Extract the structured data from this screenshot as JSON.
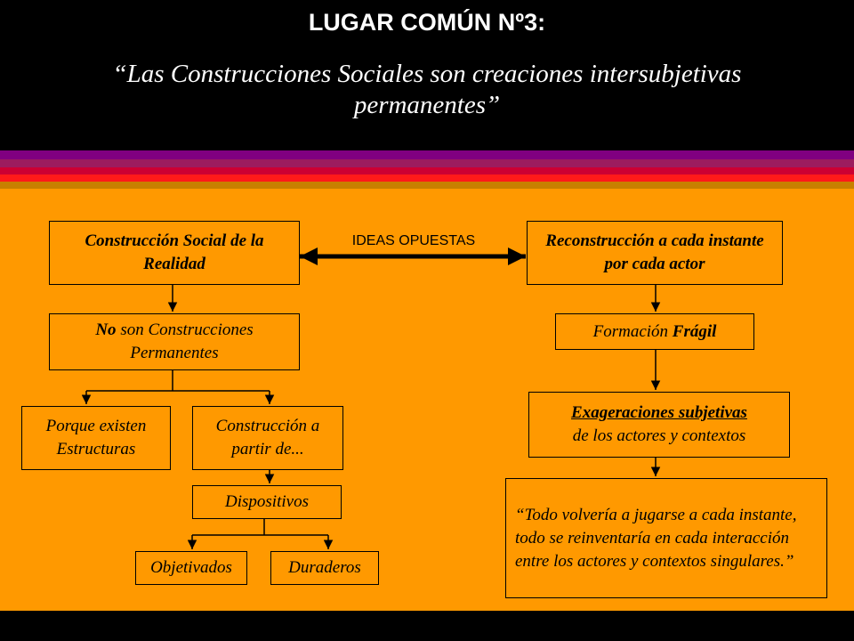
{
  "slide": {
    "title": "LUGAR COMÚN Nº3:",
    "subtitle": "“Las Construcciones Sociales son creaciones intersubjetivas permanentes”"
  },
  "colors": {
    "background": "#000000",
    "panel": "#ff9900",
    "stripes": [
      "#800080",
      "#9c1c5e",
      "#cc0033",
      "#ff1a1a",
      "#c88000"
    ]
  },
  "diagram": {
    "connector_label": "IDEAS OPUESTAS",
    "left": {
      "root": "Construcción Social de la Realidad",
      "not_permanent_em": "No",
      "not_permanent_rest": " son Construcciones Permanentes",
      "structures": "Porque existen Estructuras",
      "construction_from": "Construcción a partir de...",
      "devices": "Dispositivos",
      "objectified": "Objetivados",
      "durable": "Duraderos"
    },
    "right": {
      "root": "Reconstrucción a cada instante por cada actor",
      "formation_pre": "Formación ",
      "formation_em": "Frágil",
      "exaggerations_em": "Exageraciones subjetivas",
      "exaggerations_rest": "de los actores y contextos",
      "quote": "“Todo volvería a jugarse a cada instante, todo se reinventaría en cada interacción entre los actores y contextos singulares.”"
    }
  }
}
